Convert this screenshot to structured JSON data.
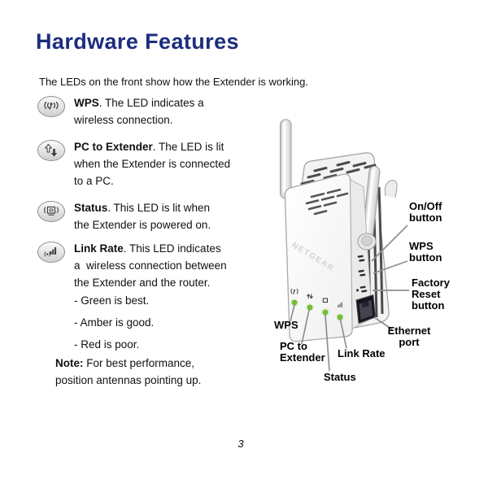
{
  "page": {
    "title": "Hardware Features",
    "intro": "The LEDs on the front show how the Extender is working.",
    "number": "3",
    "title_color": "#1c2d7e",
    "led_green_color": "#76c32e"
  },
  "leds": [
    {
      "name": "wps",
      "label": "WPS",
      "first_line_rest": ". The LED indicates a",
      "more_lines": [
        "wireless connection."
      ]
    },
    {
      "name": "pc-to-extender",
      "label": "PC to Extender",
      "first_line_rest": ". The LED is lit",
      "more_lines": [
        "when the Extender is connected",
        "to a PC."
      ]
    },
    {
      "name": "status",
      "label": "Status",
      "first_line_rest": ". This LED is lit when",
      "more_lines": [
        "the Extender is powered on."
      ]
    },
    {
      "name": "link-rate",
      "label": "Link Rate",
      "first_line_rest": ". This LED indicates",
      "more_lines": [
        "a  wireless connection between",
        "the Extender and the router."
      ],
      "bullets": [
        "- Green is best.",
        "- Amber is good.",
        "- Red is poor."
      ]
    }
  ],
  "note": {
    "label": "Note:",
    "first_line_rest": " For best performance,",
    "more_lines": [
      "position antennas pointing up."
    ]
  },
  "diagram": {
    "logo": "NETGEAR",
    "callouts": {
      "on_off": "On/Off\nbutton",
      "wps_button": "WPS\nbutton",
      "factory_reset": "Factory\nReset\nbutton",
      "ethernet_port": "Ethernet\nport",
      "wps_led": "WPS",
      "pc_to_extender_led": "PC to\nExtender",
      "link_rate_led": "Link Rate",
      "status_led": "Status"
    }
  }
}
